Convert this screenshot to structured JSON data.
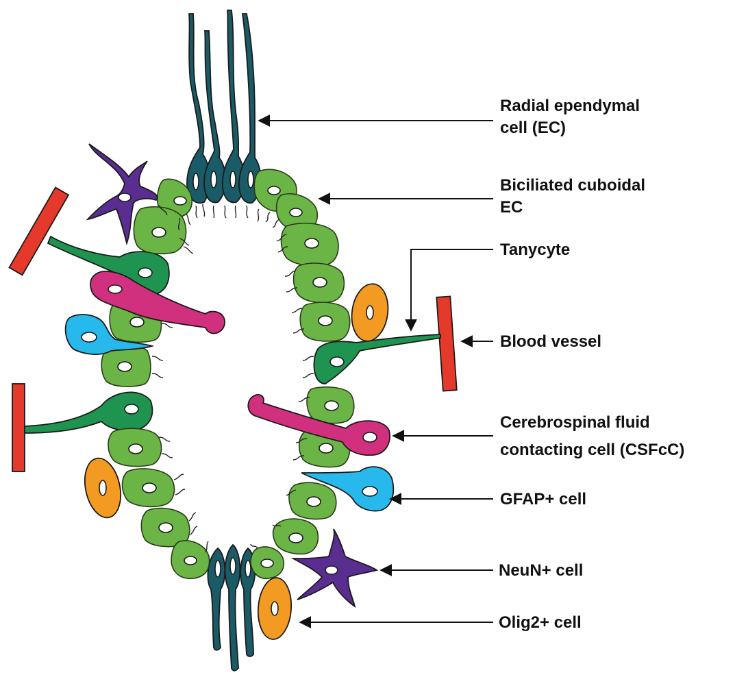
{
  "labels": {
    "radial_ec": [
      "Radial ependymal",
      "cell (EC)"
    ],
    "biciliated": [
      "Biciliated cuboidal",
      "EC"
    ],
    "tanycyte": "Tanycyte",
    "blood_vessel": "Blood vessel",
    "csfcc": [
      "Cerebrospinal fluid",
      "contacting cell (CSFcC)"
    ],
    "gfap": "GFAP+ cell",
    "neun": "NeuN+ cell",
    "olig2": "Olig2+ cell"
  },
  "colors": {
    "ependymal": "#6ab545",
    "radial": "#1a5b68",
    "tanycyte": "#1f9450",
    "csfcc": "#d0307d",
    "gfap": "#27b8ec",
    "neun": "#5a2d91",
    "olig2": "#f29a21",
    "vessel": "#e5392b"
  }
}
